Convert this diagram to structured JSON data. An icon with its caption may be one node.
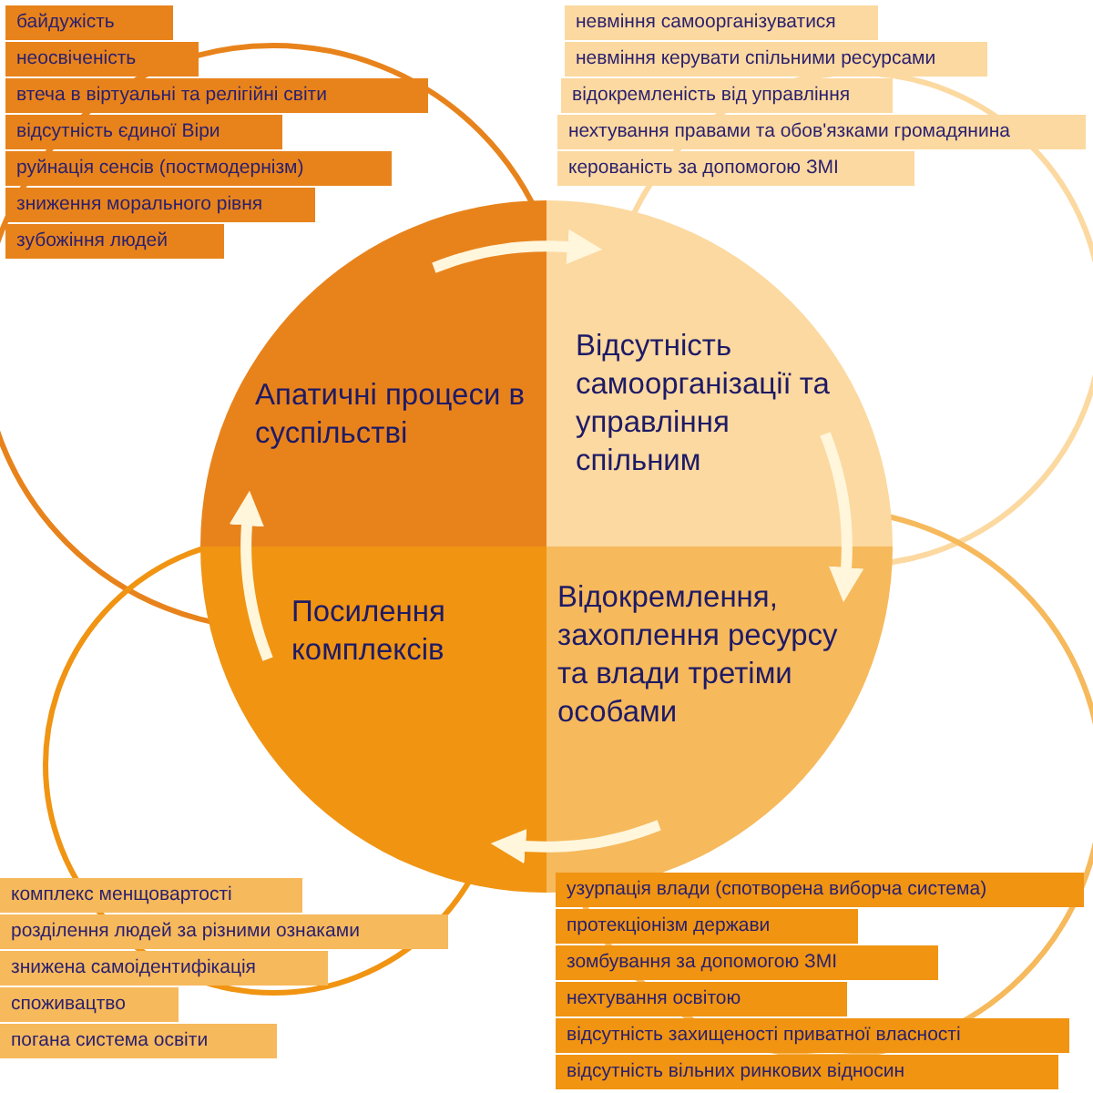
{
  "diagram": {
    "nodes": [
      {
        "text": [
          "байдужість"
        ]
      },
      {
        "text": [
          "неосвіченість"
        ]
      },
      {
        "text": [
          "втеча в віртуальні та релігійні світи"
        ]
      },
      {
        "text": [
          "відсутність єдиної Віри"
        ]
      },
      {
        "text": [
          "руйнація сенсів (постмодернізм)"
        ]
      },
      {
        "text": [
          "зниження морального рівня"
        ]
      },
      {
        "text": [
          "зубожіння людей"
        ]
      },
      {
        "text": [
          "невміння самоорганізуватися"
        ]
      },
      {
        "text": [
          "невміння керувати спільними ресурсами"
        ]
      },
      {
        "text": [
          "відокремленість від управління"
        ]
      },
      {
        "text": [
          "нехтування правами та обов'язками громадянина"
        ]
      },
      {
        "text": [
          "керованість за допомогою ЗМІ"
        ]
      },
      {
        "text": [
          "Апатичні процеси в суспільстві"
        ]
      },
      {
        "text": [
          "Відсутність самоорганізації та управління спільним"
        ]
      },
      {
        "text": [
          "Посилення комплексів"
        ]
      },
      {
        "text": [
          "Відокремлення, захоплення ресурсу та влади третіми особами"
        ]
      },
      {
        "text": [
          "комплекс менщовартості"
        ]
      },
      {
        "text": [
          "розділення людей за різними ознаками"
        ]
      },
      {
        "text": [
          "знижена самоідентифікація"
        ]
      },
      {
        "text": [
          "споживацтво"
        ]
      },
      {
        "text": [
          "погана система освіти"
        ]
      },
      {
        "text": [
          "узурпація влади (спотворена виборча система)"
        ]
      },
      {
        "text": [
          "протекціонізм держави"
        ]
      },
      {
        "text": [
          "зомбування за допомогою ЗМІ"
        ]
      },
      {
        "text": [
          "нехтування освітою"
        ]
      },
      {
        "text": [
          "відсутність захищеності приватної власності"
        ]
      },
      {
        "text": [
          "відсутність вільних ринкових відносин"
        ]
      }
    ],
    "edges": [
      {
        "from": 12,
        "to": 13,
        "arrow": "to"
      },
      {
        "from": 13,
        "to": 15,
        "arrow": "to"
      },
      {
        "from": 15,
        "to": 14,
        "arrow": "to"
      },
      {
        "from": 14,
        "to": 12,
        "arrow": "to"
      }
    ]
  }
}
